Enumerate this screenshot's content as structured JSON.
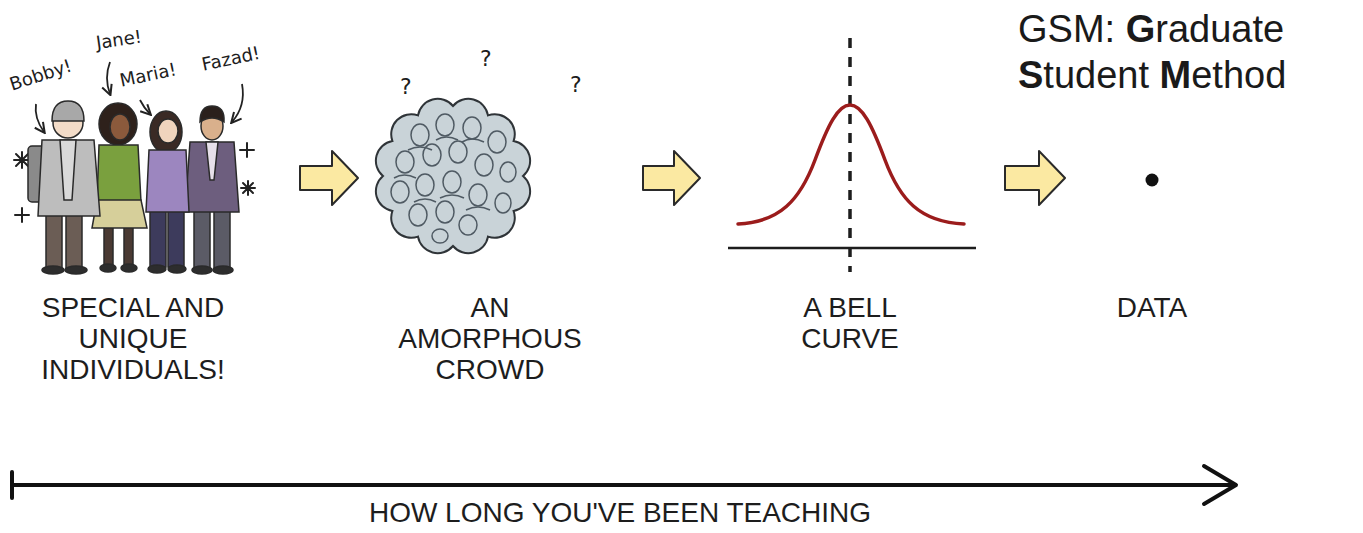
{
  "diagram": {
    "title": "GSM: Graduate Student Method",
    "nodes": [
      {
        "text": [
          "SPECIAL AND UNIQUE INDIVIDUALS!"
        ]
      },
      {
        "text": [
          "AN AMORPHOUS CROWD"
        ]
      },
      {
        "text": [
          "A BELL CURVE"
        ]
      },
      {
        "text": [
          "DATA"
        ]
      }
    ],
    "edges": [
      {
        "from": 0,
        "to": 1,
        "arrow": "to"
      },
      {
        "from": 1,
        "to": 2,
        "arrow": "to"
      },
      {
        "from": 2,
        "to": 3,
        "arrow": "to"
      }
    ],
    "labels": [
      "Bobby!",
      "Jane!",
      "Maria!",
      "Fazad!",
      "?",
      "?",
      "?",
      "HOW LONG YOU'VE BEEN TEACHING"
    ]
  }
}
